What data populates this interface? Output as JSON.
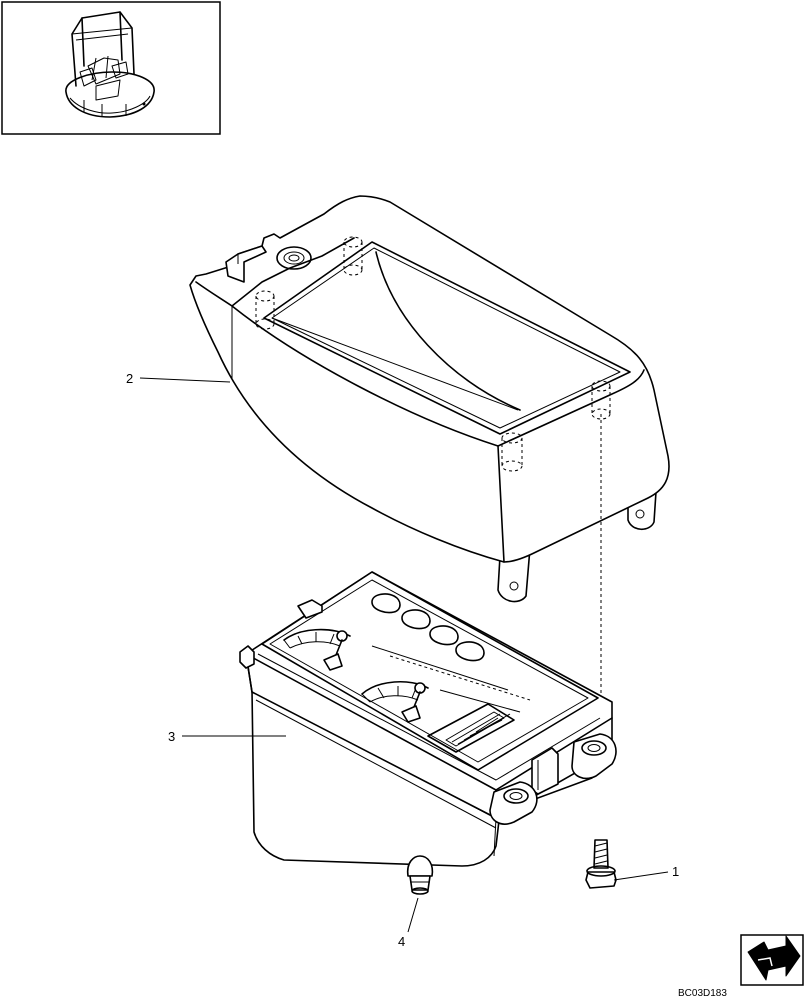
{
  "callouts": [
    {
      "id": "1",
      "label": "1"
    },
    {
      "id": "2",
      "label": "2"
    },
    {
      "id": "3",
      "label": "3"
    },
    {
      "id": "4",
      "label": "4"
    }
  ],
  "drawing_code": "BC03D183",
  "icons": {
    "thumbnail": "machine-cab-locator-icon",
    "corner": "next-page-arrow-icon"
  }
}
